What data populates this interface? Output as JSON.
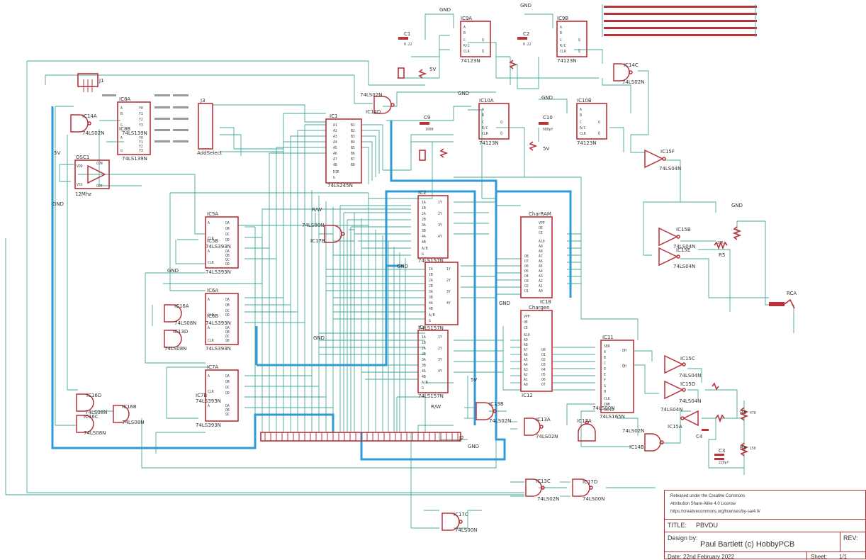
{
  "title_block": {
    "license_line1": "Released under the Creative Commons",
    "license_line2": "Attribution Share-Alike 4.0 License",
    "license_url": "https://creativecommons.org/licenses/by-sa/4.0/",
    "title_label": "TITLE:",
    "title_value": "PBVDU",
    "design_label": "Design by:",
    "designer": "Paul Bartlett (c) HobbyPCB",
    "rev_label": "REV:",
    "date_label": "Date:",
    "date_value": "22nd February 2022",
    "sheet_label": "Sheet:",
    "sheet_value": "1/1"
  },
  "chips": [
    {
      "ref": "IC1",
      "part": "74LS245N"
    },
    {
      "ref": "IC2",
      "part": "74LS157N"
    },
    {
      "ref": "IC3",
      "part": "74LS157N"
    },
    {
      "ref": "IC4",
      "part": "74LS157N"
    },
    {
      "ref": "IC5A",
      "part": "74LS393N"
    },
    {
      "ref": "IC5B",
      "part": "74LS393N"
    },
    {
      "ref": "IC6A",
      "part": "74LS393N"
    },
    {
      "ref": "IC6B",
      "part": "74LS393N"
    },
    {
      "ref": "IC7A",
      "part": "74LS393N"
    },
    {
      "ref": "IC7B",
      "part": "74LS393N"
    },
    {
      "ref": "IC8A",
      "part": "74LS139N"
    },
    {
      "ref": "IC8B",
      "part": "74LS139N"
    },
    {
      "ref": "IC9A",
      "part": "74123N"
    },
    {
      "ref": "IC9B",
      "part": "74123N"
    },
    {
      "ref": "IC10A",
      "part": "74123N"
    },
    {
      "ref": "IC10B",
      "part": "74123N"
    },
    {
      "ref": "IC11",
      "part": "74LS165N"
    },
    {
      "ref": "IC12",
      "part": "Chargen"
    },
    {
      "ref": "IC18",
      "part": "CharRAM"
    }
  ],
  "gates": [
    {
      "ref": "IC14A",
      "part": "74LS02N"
    },
    {
      "ref": "IC14B",
      "part": "74LS02N"
    },
    {
      "ref": "IC14C",
      "part": "74LS02N"
    },
    {
      "ref": "IC14D",
      "part": "74LS02N"
    },
    {
      "ref": "IC13A",
      "part": "74LS02N"
    },
    {
      "ref": "IC13B",
      "part": "74LS02N"
    },
    {
      "ref": "IC13C",
      "part": "74LS02N"
    },
    {
      "ref": "IC13D",
      "part": "74LS08N"
    },
    {
      "ref": "IC15A",
      "part": "74LS04N"
    },
    {
      "ref": "IC15B",
      "part": "74LS04N"
    },
    {
      "ref": "IC15C",
      "part": "74LS04N"
    },
    {
      "ref": "IC15D",
      "part": "74LS04N"
    },
    {
      "ref": "IC15E",
      "part": "74LS04N"
    },
    {
      "ref": "IC15F",
      "part": "74LS04N"
    },
    {
      "ref": "IC16A",
      "part": "74LS08N"
    },
    {
      "ref": "IC16B",
      "part": "74LS08N"
    },
    {
      "ref": "IC16C",
      "part": "74LS08N"
    },
    {
      "ref": "IC16D",
      "part": "74LS08N"
    },
    {
      "ref": "IC17A",
      "part": "74LS00N"
    },
    {
      "ref": "IC17B",
      "part": "74LS00N"
    },
    {
      "ref": "IC17C",
      "part": "74LS00N"
    },
    {
      "ref": "IC17D",
      "part": "74LS00N"
    }
  ],
  "passives": {
    "c1": "C1",
    "c1v": "0.22",
    "c2": "C2",
    "c2v": "0.22",
    "c3": "C3",
    "c3v": "220pf",
    "c4": "C4",
    "c9": "C9",
    "c9v": "1000",
    "c10": "C10",
    "c10v": "680pf",
    "r5": "R5",
    "r5v": "39R",
    "r6": "R6",
    "r6v": "470",
    "r8": "R8",
    "r8v": "150",
    "rca": "RCA",
    "j1": "J1",
    "j3": "J3",
    "j2": "J2",
    "addr_select": "AddSelect",
    "osc": "OSC1",
    "osc_freq": "12Mhz",
    "osc_pins": {
      "vdd": "VDD",
      "vss": "VSS",
      "con": "CON",
      "out": "OUT"
    }
  },
  "nets": {
    "gnd": "GND",
    "vcc": "5V",
    "rw": "R/W"
  }
}
